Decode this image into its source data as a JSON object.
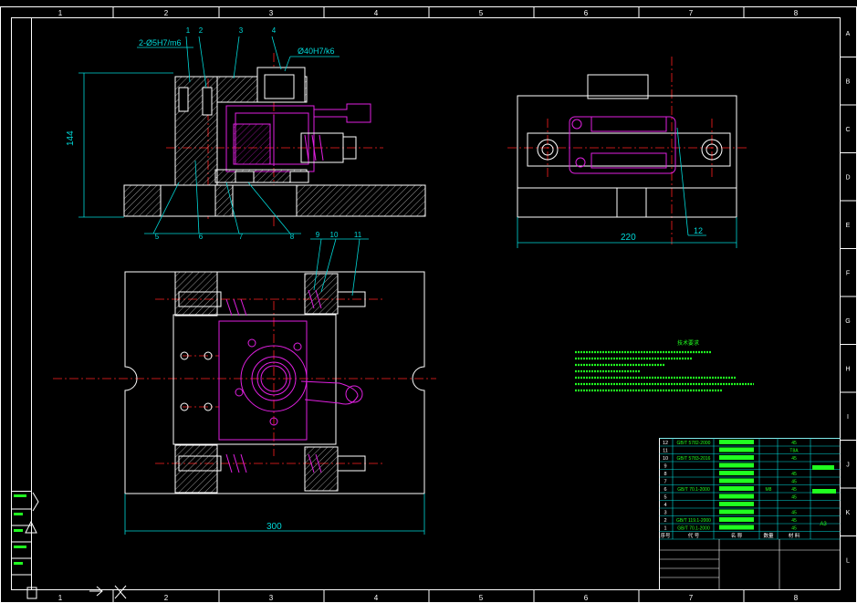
{
  "colors": {
    "background": "#000000",
    "frame": "#ffffff",
    "outline": "#ffffff",
    "dimension": "#00d8d8",
    "centerline": "#ff2020",
    "part": "#e020e0",
    "hatch": "#ffffff",
    "notes": "#20ff20"
  },
  "border": {
    "columns": [
      "1",
      "2",
      "3",
      "4",
      "5",
      "6",
      "7",
      "8"
    ],
    "rows": [
      "A",
      "B",
      "C",
      "D",
      "E",
      "F",
      "G",
      "H",
      "I",
      "J",
      "K",
      "L"
    ]
  },
  "front_view": {
    "fit_annotation": "2-Ø5H7/m6",
    "bore_annotation": "Ø40H7/k6",
    "height_dimension": "144",
    "leaders_top": [
      "1",
      "2",
      "3",
      "4"
    ],
    "leaders_bottom": [
      "5",
      "6",
      "7",
      "8"
    ]
  },
  "side_view": {
    "width_dimension": "220",
    "leader": "12"
  },
  "plan_view": {
    "width_dimension": "300",
    "leaders": [
      "9",
      "10",
      "11"
    ]
  },
  "technical_requirements": {
    "heading": "技术要求",
    "lines_count": 7
  },
  "title_block": {
    "item_numbers": [
      "12",
      "11",
      "10",
      "9",
      "8",
      "7",
      "6",
      "5",
      "4",
      "3",
      "2",
      "1"
    ],
    "standards": [
      "GB/T 5782-2000",
      "",
      "GB/T 5783-2016",
      "",
      "",
      "",
      "GB/T 70.1-2000",
      "",
      "",
      "",
      "GB/T 119.1-2000",
      "GB/T 70.1-2000"
    ],
    "materials": [
      "45",
      "T8A",
      "45",
      "",
      "45",
      "45",
      "45",
      "45",
      "",
      "45",
      "45",
      "45"
    ],
    "specs": [
      "",
      "",
      "",
      "",
      "",
      "",
      "M8",
      "",
      "",
      "",
      "",
      ""
    ],
    "header_labels": [
      "序号",
      "代 号",
      "名 称",
      "数量",
      "材 料"
    ],
    "right_labels": [
      "A3"
    ]
  },
  "left_stamp": {
    "labels": [
      "",
      "",
      "",
      "",
      ""
    ]
  }
}
